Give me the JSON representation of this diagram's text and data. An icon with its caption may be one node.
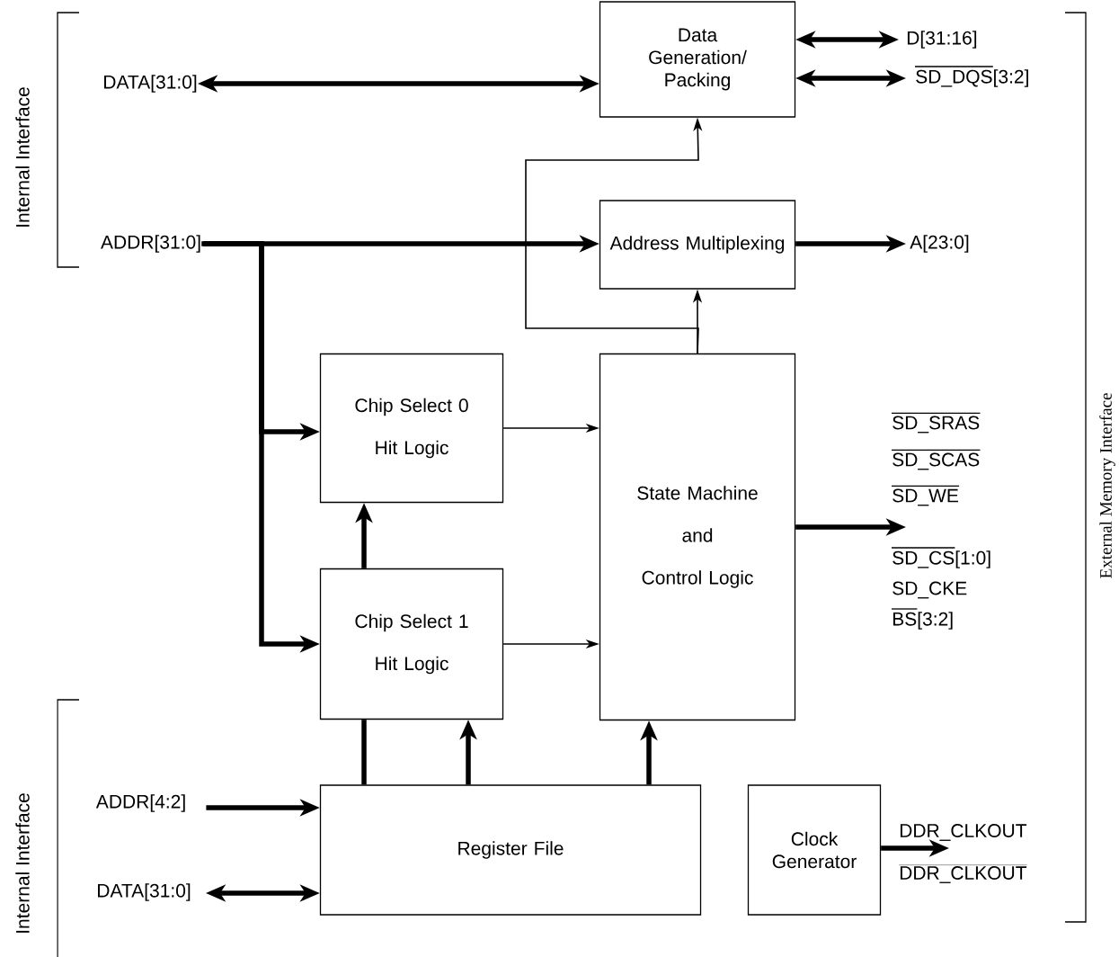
{
  "diagram": {
    "nodes": [
      {
        "text": [
          "DATA[31:0]"
        ]
      },
      {
        "text": [
          "Data Generation/ Packing"
        ]
      },
      {
        "text": [
          "D[31:16]"
        ]
      },
      {
        "text": [
          "SD_DQS[3:2]"
        ]
      },
      {
        "text": [
          "ADDR[31:0]"
        ]
      },
      {
        "text": [
          "Address Multiplexing"
        ]
      },
      {
        "text": [
          "A[23:0]"
        ]
      },
      {
        "text": [
          "Chip Select 0",
          "Hit Logic"
        ]
      },
      {
        "text": [
          "State Machine",
          "and",
          "Control Logic"
        ]
      },
      {
        "text": [
          "Chip Select 1",
          "Hit Logic"
        ]
      },
      {
        "text": [
          "ADDR[4:2]"
        ]
      },
      {
        "text": [
          "Register File"
        ]
      },
      {
        "text": [
          "DATA[31:0]"
        ]
      },
      {
        "text": [
          "Clock Generator"
        ]
      },
      {
        "text": [
          "DDR_CLKOUT",
          "DDR_CLKOUT"
        ]
      }
    ],
    "edges": [
      {
        "from": 0,
        "to": 1,
        "arrow": "both"
      },
      {
        "from": 1,
        "to": 2,
        "arrow": "both"
      },
      {
        "from": 1,
        "to": 3,
        "arrow": "both"
      },
      {
        "from": 4,
        "to": 5,
        "arrow": "to"
      },
      {
        "from": 5,
        "to": 6,
        "arrow": "to"
      },
      {
        "from": 4,
        "to": 7,
        "arrow": "to"
      },
      {
        "from": 4,
        "to": 9,
        "arrow": "to"
      },
      {
        "from": 7,
        "to": 8,
        "arrow": "to"
      },
      {
        "from": 9,
        "to": 8,
        "arrow": "to"
      },
      {
        "from": 8,
        "to": 5,
        "arrow": "to"
      },
      {
        "from": 8,
        "to": 1,
        "arrow": "to"
      },
      {
        "from": 9,
        "to": 7,
        "arrow": "to"
      },
      {
        "from": 11,
        "to": 9,
        "arrow": "none"
      },
      {
        "from": 11,
        "to": 9,
        "arrow": "to"
      },
      {
        "from": 11,
        "to": 8,
        "arrow": "to"
      },
      {
        "from": 10,
        "to": 11,
        "arrow": "to"
      },
      {
        "from": 12,
        "to": 11,
        "arrow": "both"
      },
      {
        "from": 8,
        "to": null,
        "arrow": "to"
      },
      {
        "from": 13,
        "to": 14,
        "arrow": "to"
      }
    ],
    "labels": [
      "Internal Interface",
      "SD_SRAS",
      "SD_SCAS",
      "SD_WE",
      "SD_CS[1:0]",
      "SD_CKE",
      "BS[3:2]",
      "External Memory Interface",
      "Internal Interface"
    ]
  }
}
